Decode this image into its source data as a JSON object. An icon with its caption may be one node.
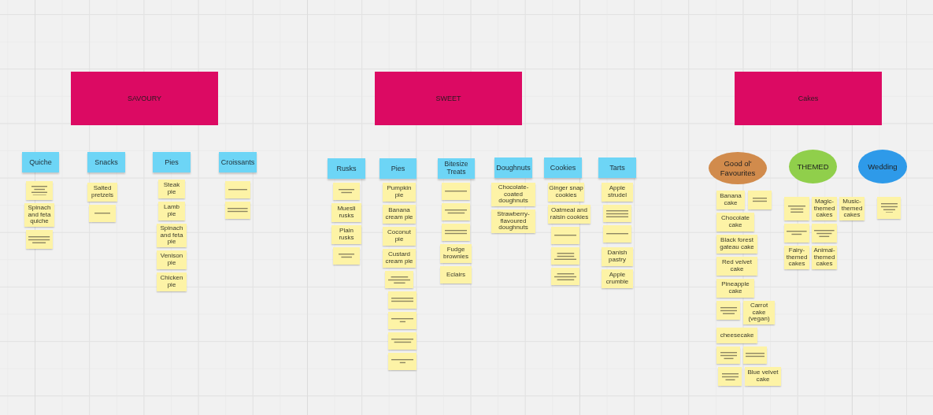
{
  "diagram": {
    "nodes": [
      {
        "text": [
          "SAVOURY"
        ]
      },
      {
        "text": [
          "Quiche"
        ]
      },
      {
        "text": [],
        "shape": "box"
      },
      {
        "text": [
          "Spinach and feta quiche"
        ]
      },
      {
        "text": [],
        "shape": "box"
      },
      {
        "text": [
          "Snacks"
        ]
      },
      {
        "text": [
          "Salted pretzels"
        ]
      },
      {
        "text": [],
        "shape": "box"
      },
      {
        "text": [
          "Pies"
        ]
      },
      {
        "text": [
          "Steak pie"
        ]
      },
      {
        "text": [
          "Lamb pie"
        ]
      },
      {
        "text": [
          "Spinach and feta pie"
        ]
      },
      {
        "text": [
          "Venison pie"
        ]
      },
      {
        "text": [
          "Chicken pie"
        ]
      },
      {
        "text": [
          "Croissants"
        ]
      },
      {
        "text": [],
        "shape": "box"
      },
      {
        "text": [],
        "shape": "box"
      },
      {
        "text": [
          "SWEET"
        ]
      },
      {
        "text": [
          "Rusks"
        ]
      },
      {
        "text": [],
        "shape": "box"
      },
      {
        "text": [
          "Muesli rusks"
        ]
      },
      {
        "text": [
          "Plain rusks"
        ]
      },
      {
        "text": [],
        "shape": "box"
      },
      {
        "text": [
          "Pies"
        ]
      },
      {
        "text": [
          "Pumpkin pie"
        ]
      },
      {
        "text": [
          "Banana cream pie"
        ]
      },
      {
        "text": [
          "Coconut pie"
        ]
      },
      {
        "text": [
          "Custard cream pie"
        ]
      },
      {
        "text": [],
        "shape": "box"
      },
      {
        "text": [],
        "shape": "box"
      },
      {
        "text": [],
        "shape": "box"
      },
      {
        "text": [],
        "shape": "box"
      },
      {
        "text": [],
        "shape": "box"
      },
      {
        "text": [
          "Bitesize Treats"
        ]
      },
      {
        "text": [],
        "shape": "box"
      },
      {
        "text": [],
        "shape": "box"
      },
      {
        "text": [],
        "shape": "box"
      },
      {
        "text": [
          "Fudge brownies"
        ]
      },
      {
        "text": [
          "Eclairs"
        ]
      },
      {
        "text": [
          "Doughnuts"
        ]
      },
      {
        "text": [
          "Chocolate-coated doughnuts"
        ]
      },
      {
        "text": [
          "Strawberry-flavoured doughnuts"
        ]
      },
      {
        "text": [
          "Cookies"
        ]
      },
      {
        "text": [
          "Ginger snap cookies"
        ]
      },
      {
        "text": [
          "Oatmeal and raisin cookies"
        ]
      },
      {
        "text": [],
        "shape": "box"
      },
      {
        "text": [],
        "shape": "box"
      },
      {
        "text": [],
        "shape": "box"
      },
      {
        "text": [
          "Tarts"
        ]
      },
      {
        "text": [
          "Apple strudel"
        ]
      },
      {
        "text": [],
        "shape": "box"
      },
      {
        "text": [],
        "shape": "box"
      },
      {
        "text": [
          "Danish pastry"
        ]
      },
      {
        "text": [
          "Apple crumble"
        ]
      },
      {
        "text": [
          "Cakes"
        ]
      },
      {
        "text": [
          "Good ol' Favourites"
        ]
      },
      {
        "text": [
          "Banana cake"
        ]
      },
      {
        "text": [],
        "shape": "box"
      },
      {
        "text": [
          "Chocolate cake"
        ]
      },
      {
        "text": [
          "Black forest gateau cake"
        ]
      },
      {
        "text": [
          "Red velvet cake"
        ]
      },
      {
        "text": [
          "Pineapple cake"
        ]
      },
      {
        "text": [],
        "shape": "box"
      },
      {
        "text": [
          "Carrot cake (vegan)"
        ]
      },
      {
        "text": [
          "cheesecake"
        ]
      },
      {
        "text": [],
        "shape": "box"
      },
      {
        "text": [],
        "shape": "box"
      },
      {
        "text": [],
        "shape": "box"
      },
      {
        "text": [
          "Blue velvet cake"
        ]
      },
      {
        "text": [
          "THEMED"
        ]
      },
      {
        "text": [],
        "shape": "box"
      },
      {
        "text": [
          "Magic-themed cakes"
        ]
      },
      {
        "text": [
          "Music-themed cakes"
        ]
      },
      {
        "text": [],
        "shape": "box"
      },
      {
        "text": [],
        "shape": "box"
      },
      {
        "text": [
          "Fairy-themed cakes"
        ]
      },
      {
        "text": [
          "Animal-themed cakes"
        ]
      },
      {
        "text": [
          "Wedding"
        ]
      },
      {
        "text": [],
        "shape": "box"
      }
    ]
  }
}
